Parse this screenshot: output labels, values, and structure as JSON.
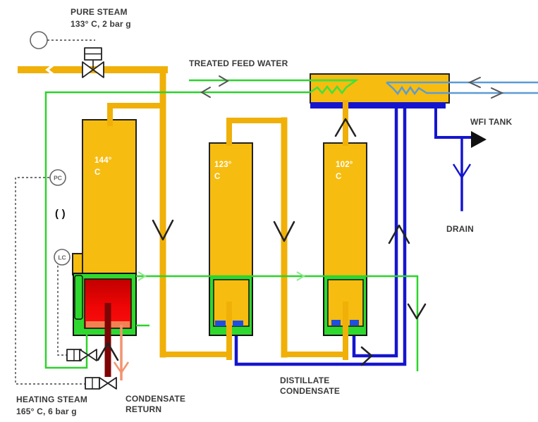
{
  "labels": {
    "pure_steam": {
      "title": "PURE STEAM",
      "conditions": "133°  C, 2 bar g"
    },
    "treated_feed_water": "TREATED FEED WATER",
    "wfi_tank": "WFI TANK",
    "drain": "DRAIN",
    "distillate_condensate": {
      "line1": "DISTILLATE",
      "line2": "CONDENSATE"
    },
    "heating_steam": {
      "title": "HEATING  STEAM",
      "conditions": "165°  C, 6 bar g"
    },
    "condensate_return": {
      "line1": "CONDENSATE",
      "line2": "RETURN"
    },
    "trap_symbol": "( )"
  },
  "effects": [
    {
      "name": "effect-1",
      "temperature": "144°",
      "unit": "C"
    },
    {
      "name": "effect-2",
      "temperature": "123°",
      "unit": "C"
    },
    {
      "name": "effect-3",
      "temperature": "102°",
      "unit": "C"
    }
  ],
  "instruments": [
    {
      "tag": "PC"
    },
    {
      "tag": "LC"
    }
  ],
  "colors": {
    "vessel_yellow": "#f6bc10",
    "pipe_yellow": "#f0b008",
    "pipe_green": "#2bd42b",
    "coil_green": "#3ce23c",
    "vessel_green": "#2fd82f",
    "pipe_dark_blue": "#1515ce",
    "strip_blue": "#1e4fe0",
    "pipe_light_blue": "#5b9bd5",
    "heat_red_dark": "#c00000",
    "heat_red": "#fb0f0f",
    "heat_orange": "#f28152",
    "heating_steam_maroon": "#7e0505",
    "condensate_orange": "#f2946e",
    "text": "#3a3a3a"
  }
}
